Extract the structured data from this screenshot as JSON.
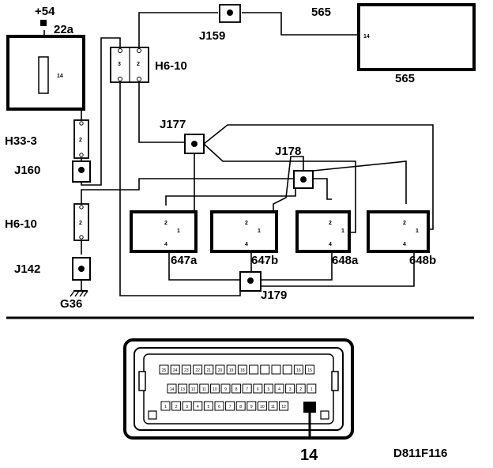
{
  "labels": {
    "supply": "+54",
    "fuse": "22a",
    "fuse_pin": "14",
    "h6_10_top": "H6-10",
    "h6_10_pin_left": "3",
    "h6_10_pin_right": "2",
    "j159": "J159",
    "unit_565_wire": "565",
    "unit_565_pin": "14",
    "unit_565": "565",
    "h33_3": "H33-3",
    "j160": "J160",
    "j177": "J177",
    "j178": "J178",
    "h6_10_bottom": "H6-10",
    "j142": "J142",
    "g36": "G36",
    "j179": "J179",
    "conn_pin": "2",
    "ecu_pin_2": "2",
    "ecu_pin_1": "1",
    "ecu_pin_4": "4",
    "m647a": "647a",
    "m647b": "647b",
    "m648a": "648a",
    "m648b": "648b",
    "pin_callout": "14",
    "drawing_id": "D811F116"
  },
  "connector_pins": {
    "row1": [
      "25",
      "24",
      "23",
      "22",
      "21",
      "20",
      "19",
      "18",
      "",
      "",
      "",
      "",
      "16",
      "15"
    ],
    "row2": [
      "14",
      "13",
      "12",
      "11",
      "10",
      "9",
      "8",
      "7",
      "6",
      "5",
      "4",
      "3",
      "2",
      "1"
    ],
    "row3": [
      "1",
      "2",
      "3",
      "4",
      "5",
      "6",
      "7",
      "8",
      "9",
      "10",
      "11",
      "12",
      "14"
    ]
  }
}
